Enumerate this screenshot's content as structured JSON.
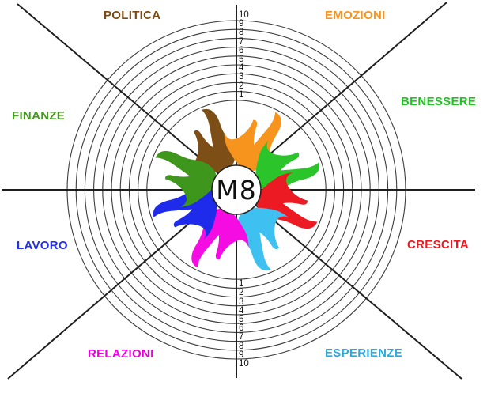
{
  "title": "M8 life-areas wheel diagram",
  "center": {
    "label": "M8"
  },
  "axis": {
    "min": 1,
    "max": 10,
    "top": [
      "10",
      "9",
      "8",
      "7",
      "6",
      "5",
      "4",
      "3",
      "2",
      "1"
    ],
    "bottom": [
      "1",
      "2",
      "3",
      "4",
      "5",
      "6",
      "7",
      "8",
      "9",
      "10"
    ]
  },
  "sectors": [
    {
      "id": "politica",
      "label": "POLITICA",
      "color": "#7B4A12",
      "flame_color": "#7D4E16",
      "position": "top-left"
    },
    {
      "id": "emozioni",
      "label": "EMOZIONI",
      "color": "#F7941D",
      "flame_color": "#F7941D",
      "position": "top-right"
    },
    {
      "id": "benessere",
      "label": "BENESSERE",
      "color": "#1FC31F",
      "flame_color": "#2BC52B",
      "position": "right-upper"
    },
    {
      "id": "crescita",
      "label": "CRESCITA",
      "color": "#EC1B23",
      "flame_color": "#EC1B23",
      "position": "right-lower"
    },
    {
      "id": "esperienze",
      "label": "ESPERIENZE",
      "color": "#29ABE2",
      "flame_color": "#3EC1F0",
      "position": "bottom-right"
    },
    {
      "id": "relazioni",
      "label": "RELAZIONI",
      "color": "#EE00DD",
      "flame_color": "#F40CE2",
      "position": "bottom-left"
    },
    {
      "id": "lavoro",
      "label": "LAVORO",
      "color": "#2230E8",
      "flame_color": "#1F2BEA",
      "position": "left-lower"
    },
    {
      "id": "finanze",
      "label": "FINANZE",
      "color": "#449A1E",
      "flame_color": "#3F961C",
      "position": "left-upper"
    }
  ],
  "style": {
    "grid_color": "#3C3C3C",
    "spoke_color": "#1F1F1F",
    "background": "#FFFFFF",
    "center_text_color": "#111111"
  }
}
